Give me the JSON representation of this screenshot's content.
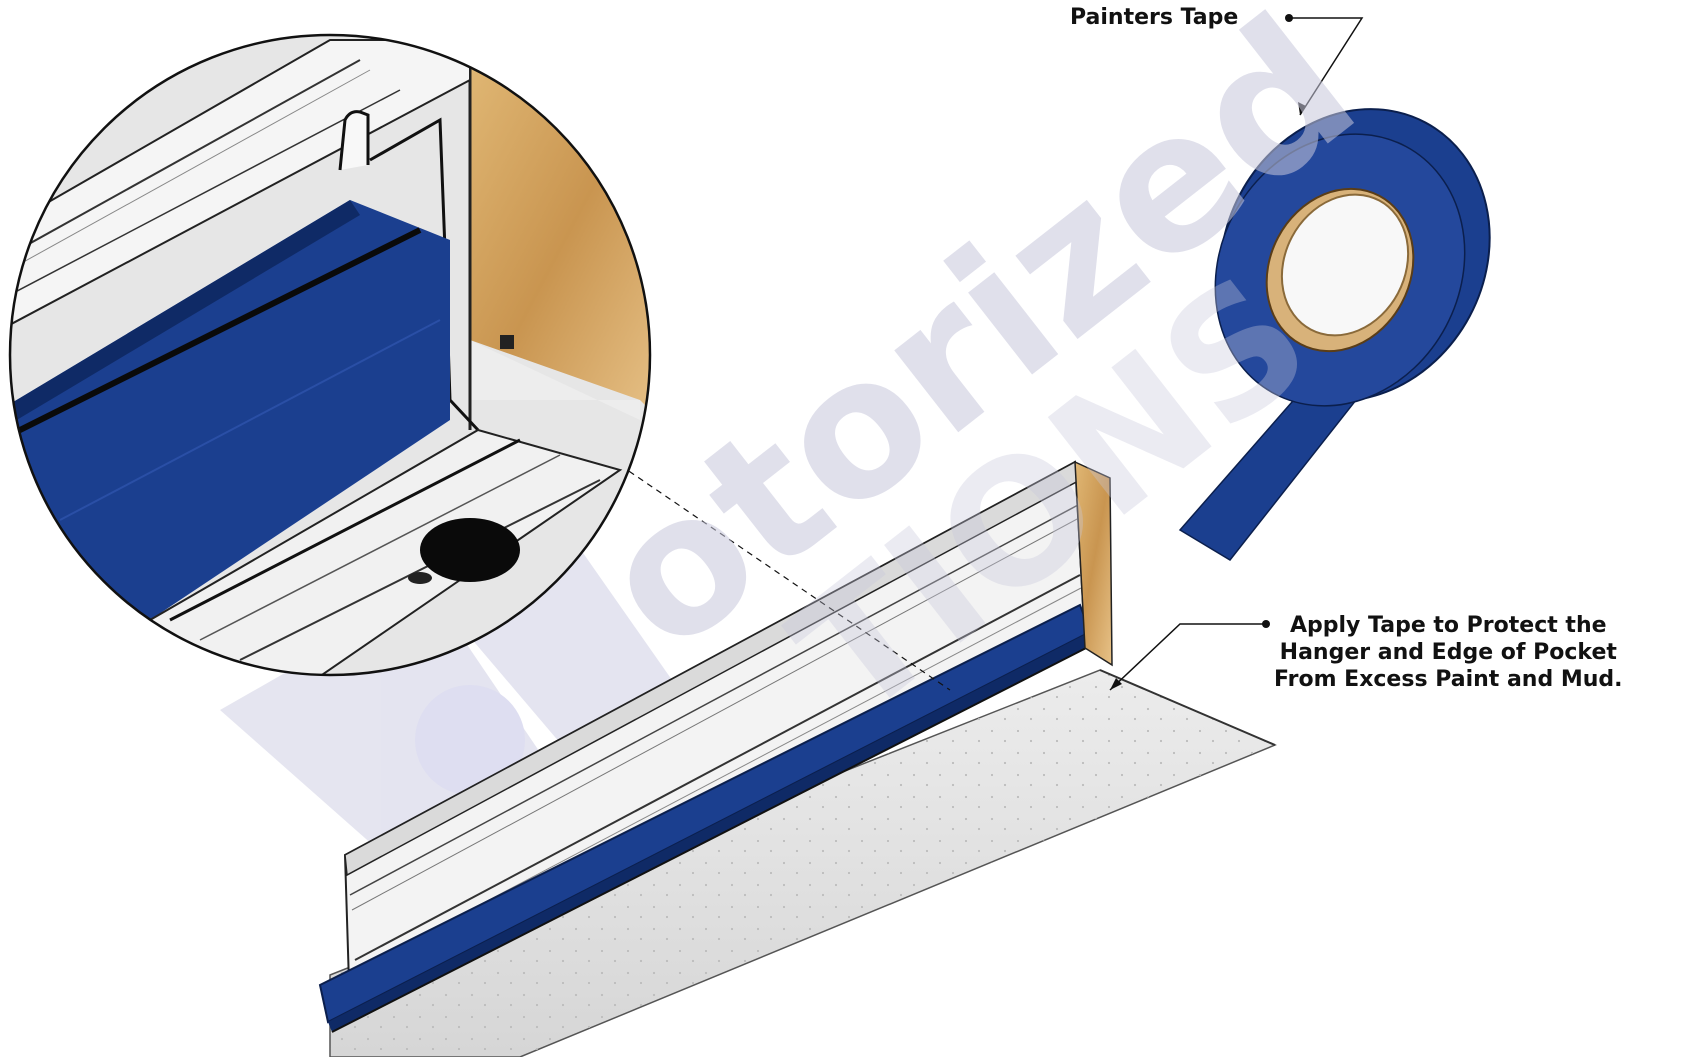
{
  "labels": {
    "painters_tape": "Painters Tape",
    "apply_tape_lines": [
      "Apply Tape to Protect the",
      "Hanger and Edge of Pocket",
      "From Excess Paint and Mud."
    ]
  },
  "watermark": {
    "text_main": "otorized",
    "text_sub": "TIONS"
  },
  "colors": {
    "tape_blue": "#1b3f8f",
    "tape_blue_dark": "#0f2a66",
    "wood": "#d6a864",
    "metal_light": "#f2f2f2",
    "metal_shadow": "#c9c9c9",
    "drywall": "#e4e4e4",
    "watermark": "#c8c8dc"
  }
}
